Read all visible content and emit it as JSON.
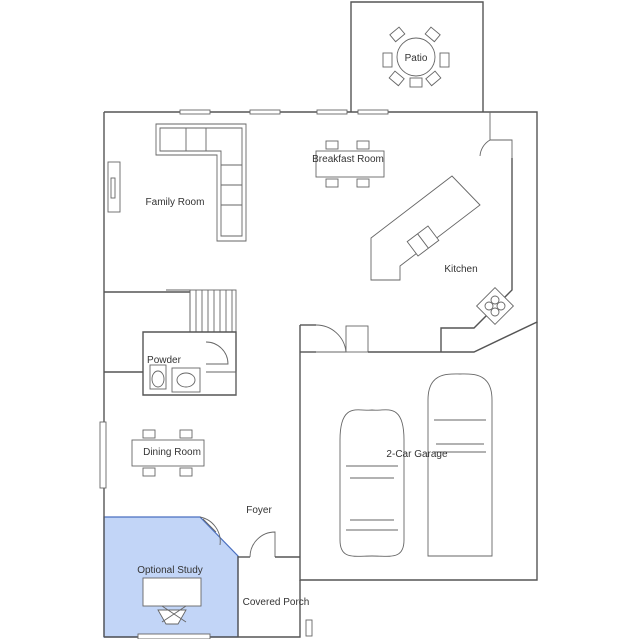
{
  "plan": {
    "rooms": [
      {
        "key": "patio",
        "label": "Patio"
      },
      {
        "key": "breakfast",
        "label": "Breakfast Room"
      },
      {
        "key": "family",
        "label": "Family Room"
      },
      {
        "key": "kitchen",
        "label": "Kitchen"
      },
      {
        "key": "powder",
        "label": "Powder"
      },
      {
        "key": "dining",
        "label": "Dining Room"
      },
      {
        "key": "garage",
        "label": "2-Car Garage"
      },
      {
        "key": "foyer",
        "label": "Foyer"
      },
      {
        "key": "study",
        "label": "Optional Study"
      },
      {
        "key": "porch",
        "label": "Covered Porch"
      }
    ],
    "highlight_room": "Optional Study",
    "colors": {
      "highlight_fill": "#c2d5f7",
      "highlight_stroke": "#4a6fc0",
      "wall": "#555555"
    }
  }
}
